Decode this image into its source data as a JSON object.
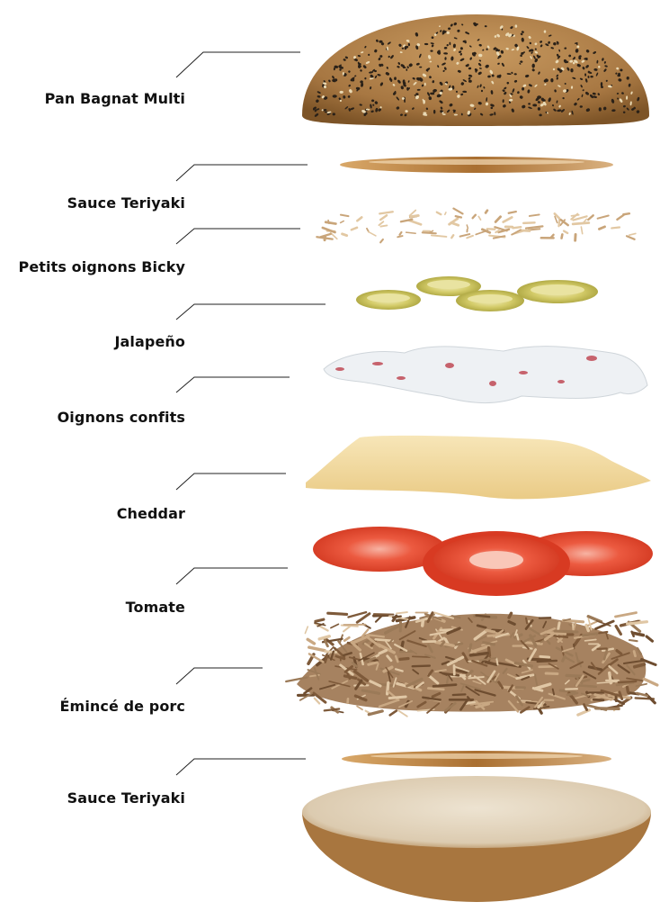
{
  "ingredients": [
    {
      "label": "Pan Bagnat Multi"
    },
    {
      "label": "Sauce Teriyaki"
    },
    {
      "label": "Petits oignons Bicky"
    },
    {
      "label": "Jalapeño"
    },
    {
      "label": "Oignons confits"
    },
    {
      "label": "Cheddar"
    },
    {
      "label": "Tomate"
    },
    {
      "label": "Émincé de porc"
    },
    {
      "label": "Sauce Teriyaki"
    }
  ],
  "colors": {
    "bun_top": "#b98a52",
    "bun_bottom": "#e3d6bf",
    "sauce": "#b47c3c",
    "onion_fried": "#c9a57a",
    "jalapeno": "#c7c155",
    "onion_confit": "#e6e9ec",
    "cheddar": "#f2dca6",
    "tomato": "#e2442f",
    "pork": "#9b7a58",
    "leader_line": "#222222"
  }
}
